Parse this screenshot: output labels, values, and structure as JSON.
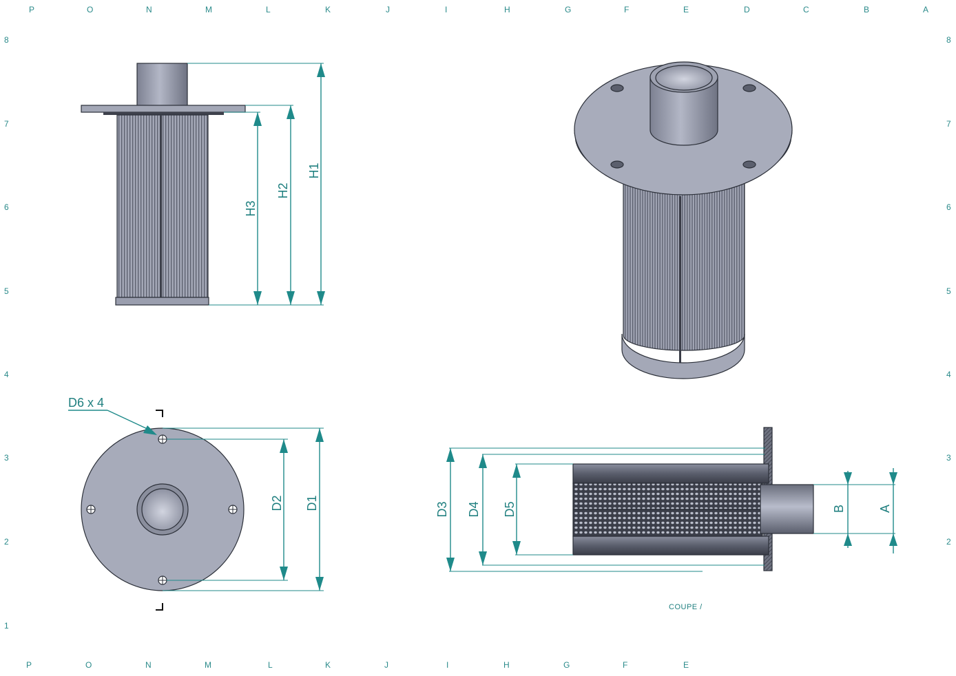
{
  "sheet": {
    "top_letters": [
      "P",
      "O",
      "N",
      "M",
      "L",
      "K",
      "J",
      "I",
      "H",
      "G",
      "F",
      "E",
      "D",
      "C",
      "B",
      "A"
    ],
    "bottom_letters": [
      "P",
      "O",
      "N",
      "M",
      "L",
      "K",
      "J",
      "I",
      "H",
      "G",
      "F",
      "E"
    ],
    "left_numbers": [
      "8",
      "7",
      "6",
      "5",
      "4",
      "3",
      "2",
      "1"
    ],
    "right_numbers": [
      "8",
      "7",
      "6",
      "5",
      "4",
      "3",
      "2"
    ]
  },
  "dimensions": {
    "front_view": {
      "h1": "H1",
      "h2": "H2",
      "h3": "H3"
    },
    "top_view": {
      "d1": "D1",
      "d2": "D2",
      "hole_callout": "D6 x 4"
    },
    "section_view": {
      "d3": "D3",
      "d4": "D4",
      "d5": "D5",
      "a": "A",
      "b": "B",
      "caption": "COUPE /"
    }
  },
  "colors": {
    "dimension": "#1f8a8a",
    "metal_light": "#b4b8c8",
    "metal_mid": "#9ca0b0",
    "metal_dark": "#6e7282",
    "section_fill": "#3a3a44"
  }
}
